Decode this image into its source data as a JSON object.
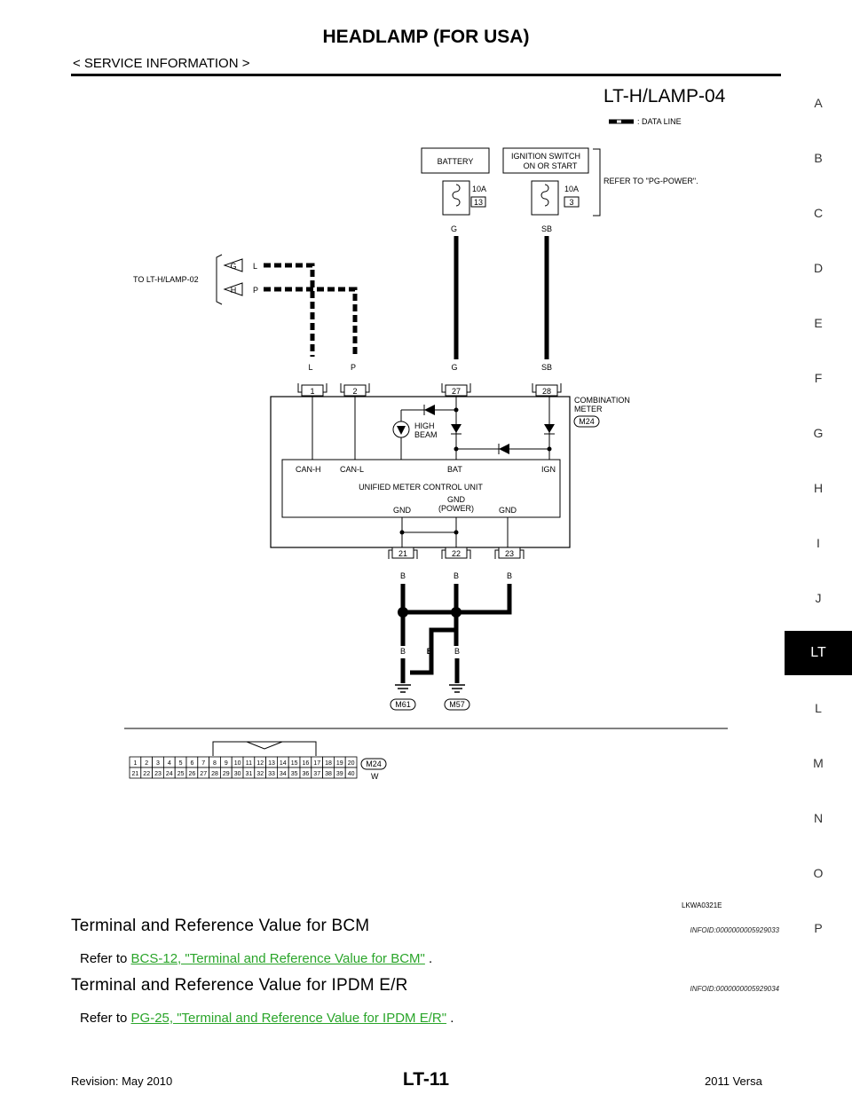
{
  "header": {
    "title": "HEADLAMP (FOR USA)",
    "subtitle": "< SERVICE INFORMATION >"
  },
  "side_tabs": [
    "A",
    "B",
    "C",
    "D",
    "E",
    "F",
    "G",
    "H",
    "I",
    "J",
    "LT",
    "L",
    "M",
    "N",
    "O",
    "P"
  ],
  "active_tab": "LT",
  "diagram": {
    "code": "LT-H/LAMP-04",
    "legend": ": DATA LINE",
    "battery": "BATTERY",
    "ignition_line1": "IGNITION SWITCH",
    "ignition_line2": "ON OR START",
    "fuse1_amp": "10A",
    "fuse1_no": "13",
    "fuse2_amp": "10A",
    "fuse2_no": "3",
    "refer": "REFER TO \"PG-POWER\".",
    "to_ref": "TO LT-H/LAMP-02",
    "conn_g": "G",
    "conn_h": "H",
    "wire_l": "L",
    "wire_p": "P",
    "wire_g": "G",
    "wire_sb": "SB",
    "wire_b": "B",
    "pin1": "1",
    "pin2": "2",
    "pin27": "27",
    "pin28": "28",
    "pin21": "21",
    "pin22": "22",
    "pin23": "23",
    "meter_line1": "COMBINATION",
    "meter_line2": "METER",
    "m24": "M24",
    "high": "HIGH",
    "beam": "BEAM",
    "can_h": "CAN-H",
    "can_l": "CAN-L",
    "bat": "BAT",
    "ign": "IGN",
    "umcu": "UNIFIED METER CONTROL UNIT",
    "gnd": "GND",
    "gnd_power_1": "GND",
    "gnd_power_2": "(POWER)",
    "m61": "M61",
    "m57": "M57",
    "conn_color": "W",
    "conn_top_row": [
      "1",
      "2",
      "3",
      "4",
      "5",
      "6",
      "7",
      "8",
      "9",
      "10",
      "11",
      "12",
      "13",
      "14",
      "15",
      "16",
      "17",
      "18",
      "19",
      "20"
    ],
    "conn_bottom_row": [
      "21",
      "22",
      "23",
      "24",
      "25",
      "26",
      "27",
      "28",
      "29",
      "30",
      "31",
      "32",
      "33",
      "34",
      "35",
      "36",
      "37",
      "38",
      "39",
      "40"
    ],
    "figure_code": "LKWA0321E"
  },
  "sections": [
    {
      "title": "Terminal and Reference Value for BCM",
      "infoid": "INFOID:0000000005929033",
      "refer_prefix": "Refer to ",
      "link": "BCS-12, \"Terminal and Reference Value for BCM\"",
      "suffix": " ."
    },
    {
      "title": "Terminal and Reference Value for IPDM E/R",
      "infoid": "INFOID:0000000005929034",
      "refer_prefix": "Refer to ",
      "link": "PG-25, \"Terminal and Reference Value for IPDM E/R\"",
      "suffix": " ."
    }
  ],
  "footer": {
    "revision": "Revision: May 2010",
    "page": "LT-11",
    "model": "2011 Versa"
  }
}
